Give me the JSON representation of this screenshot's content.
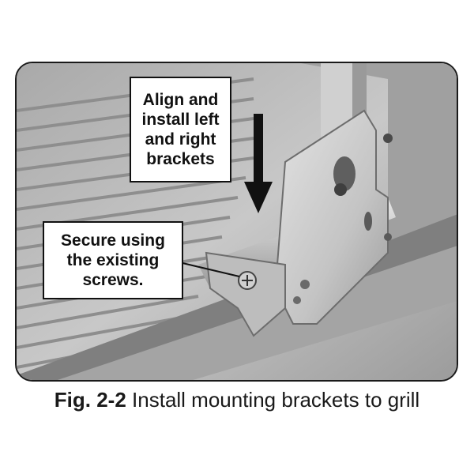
{
  "figure": {
    "callout_top": "Align and\ninstall left\nand right\nbrackets",
    "callout_left": "Secure using\nthe existing\nscrews.",
    "caption_label": "Fig. 2-2",
    "caption_text": "Install mounting brackets to grill"
  },
  "colors": {
    "frame_border": "#1a1a1a",
    "arrow": "#111111",
    "metal_light": "#d6d6d6",
    "metal_dark": "#8a8a8a"
  },
  "icons": [
    "down-arrow-icon",
    "screw-icon"
  ]
}
